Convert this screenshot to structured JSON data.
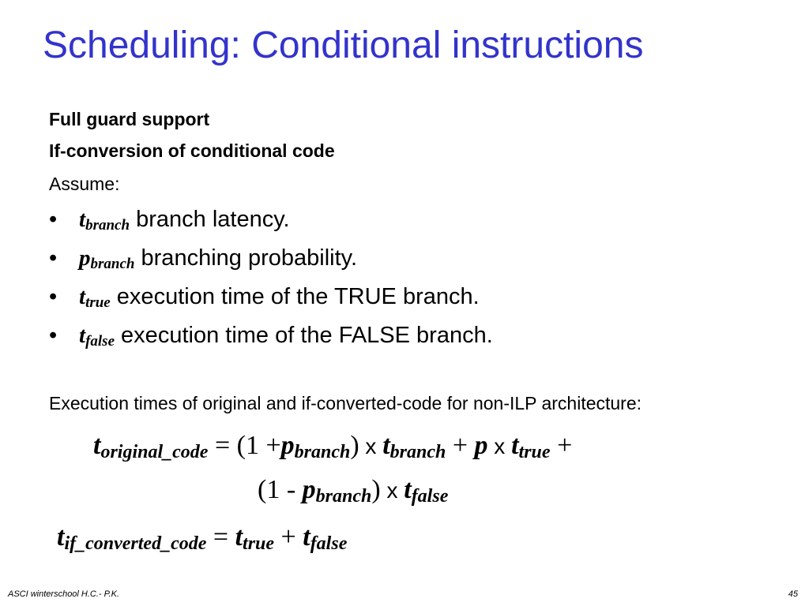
{
  "title": "Scheduling: Conditional instructions",
  "lines": {
    "full_guard": "Full guard support",
    "if_conversion": "If-conversion of conditional code",
    "assume": "Assume:"
  },
  "bullets": [
    {
      "marker": "•",
      "symbol": "t",
      "subscript": "branch",
      "text": " branch latency."
    },
    {
      "marker": "•",
      "symbol": "p",
      "subscript": "branch",
      "text": " branching probability."
    },
    {
      "marker": "•",
      "symbol": "t",
      "subscript": "true",
      "text": " execution time of the TRUE branch."
    },
    {
      "marker": "•",
      "symbol": "t",
      "subscript": "false",
      "text": " execution time of the FALSE branch."
    }
  ],
  "execution_intro": "Execution times of original and if-converted-code for non-ILP architecture:",
  "equations": {
    "eq1_line1": {
      "t": "t",
      "t_sub": "original_code",
      "equals_open": " = (1 +",
      "p": "p",
      "p_sub": "branch",
      "close": ")",
      "x1": " x ",
      "t2": "t",
      "t2_sub": "branch",
      "plus": " + ",
      "p2": "p",
      "x2": " x ",
      "t3": "t",
      "t3_sub": "true",
      "plus_end": " +"
    },
    "eq1_line2": {
      "open": "(1 - ",
      "p": "p",
      "p_sub": "branch",
      "close": ")",
      "x": " x ",
      "t": "t",
      "t_sub": "false"
    },
    "eq2": {
      "t": "t",
      "t_sub": "if_converted_code",
      "equals": " = ",
      "t2": "t",
      "t2_sub": "true",
      "plus": " + ",
      "t3": "t",
      "t3_sub": "false"
    }
  },
  "footer": {
    "left": "ASCI winterschool  H.C.- P.K.",
    "page": "45"
  },
  "colors": {
    "title": "#3333cc",
    "text": "#000000",
    "background": "#ffffff"
  }
}
